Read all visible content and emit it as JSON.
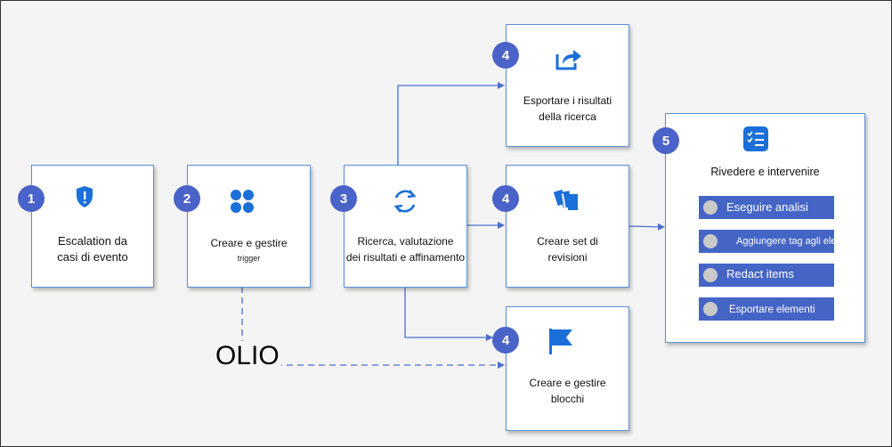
{
  "colors": {
    "accent": "#4565c6",
    "badge": "#4a63c8",
    "icon": "#1b6fd8",
    "connector": "#4a6fd0"
  },
  "steps": [
    {
      "id": "escalation",
      "badge": "1",
      "label_line1": "Escalation da",
      "label_line2": "casi di evento",
      "icon": "shield-icon"
    },
    {
      "id": "triggers",
      "badge": "2",
      "label_line1": "Creare e gestire",
      "label_small": "trigger",
      "icon": "four-dots-icon"
    },
    {
      "id": "search",
      "badge": "3",
      "label_line1": "Ricerca, valutazione",
      "label_line2": "dei risultati e affinamento",
      "icon": "refresh-icon"
    },
    {
      "id": "export-results",
      "badge": "4",
      "label_line1": "Esportare i risultati",
      "label_line2": "della ricerca",
      "icon": "share-icon"
    },
    {
      "id": "review-sets",
      "badge": "4",
      "label_line1": "Creare set di",
      "label_line2": "revisioni",
      "icon": "stack-icon"
    },
    {
      "id": "holds",
      "badge": "4",
      "label_line1": "Creare e gestire",
      "label_line2": "blocchi",
      "icon": "flag-icon"
    },
    {
      "id": "review-act",
      "badge": "5",
      "label_line1": "Rivedere e intervenire",
      "icon": "checklist-icon"
    }
  ],
  "actions": [
    {
      "label": "Eseguire analisi"
    },
    {
      "label": "Aggiungere tag agli elementi"
    },
    {
      "label": "Redact items"
    },
    {
      "label": "Esportare elementi"
    }
  ],
  "overlay_label": "OLIO"
}
